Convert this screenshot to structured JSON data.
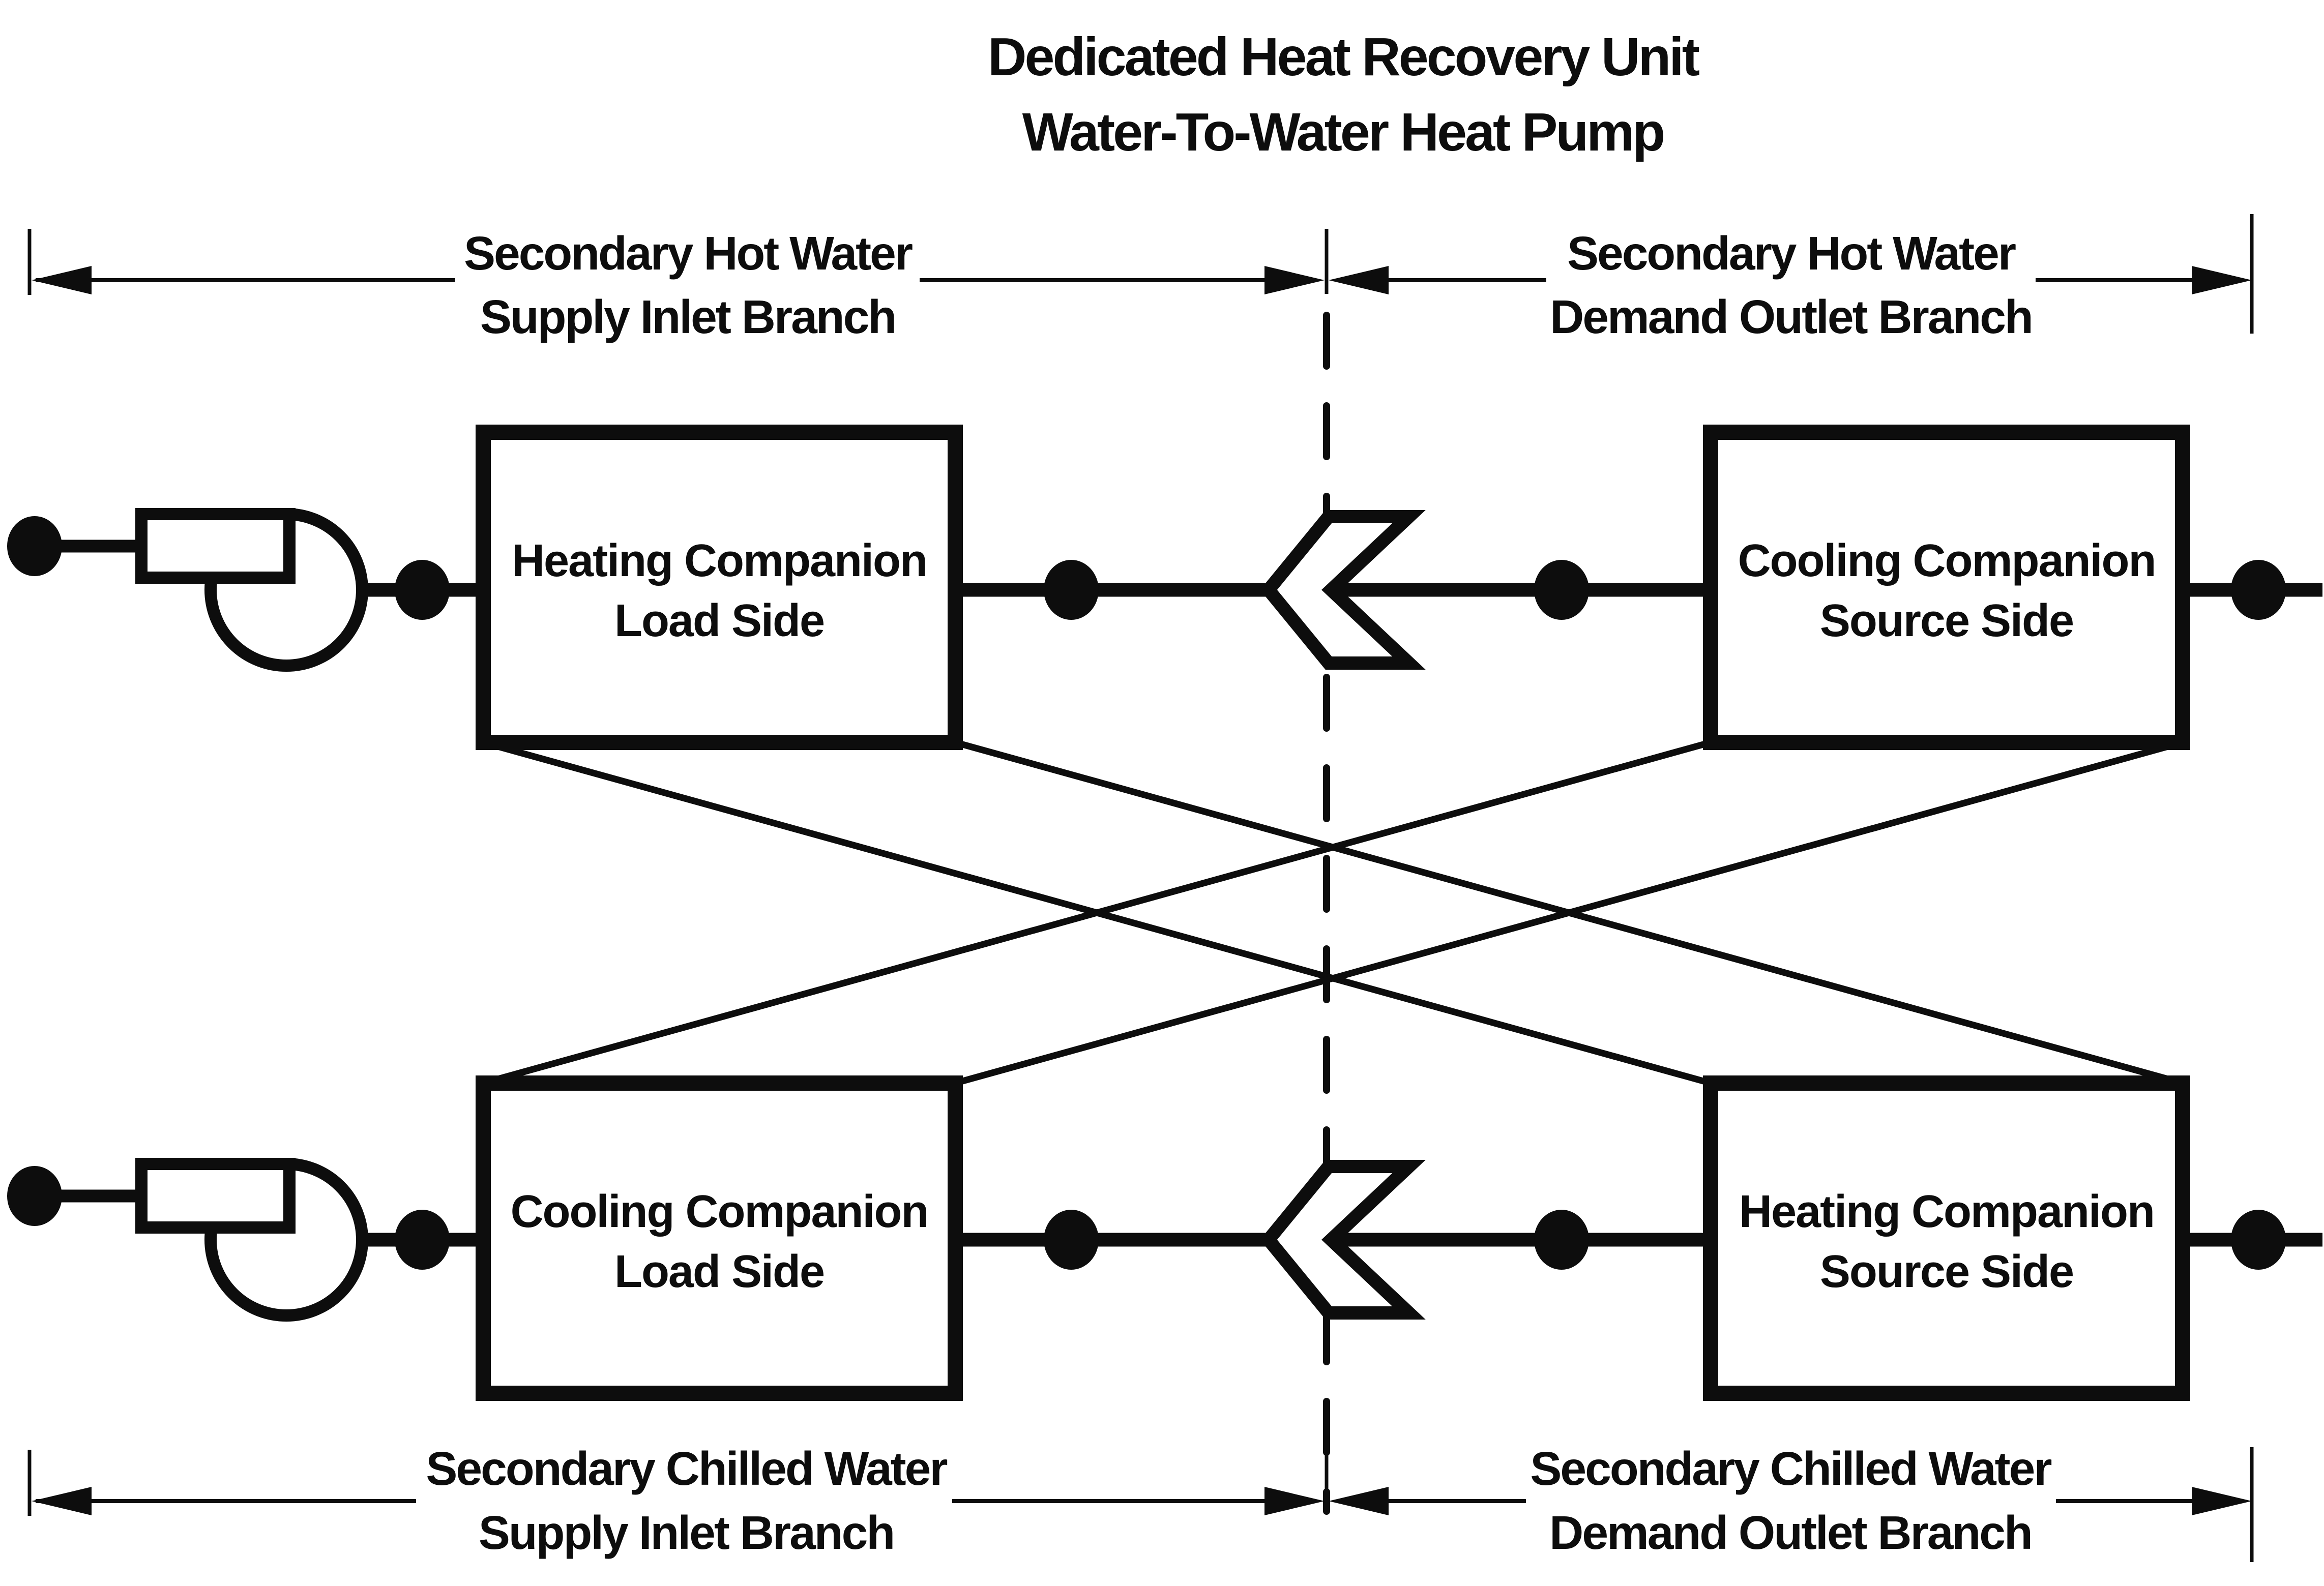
{
  "title": {
    "line1": "Dedicated Heat Recovery Unit",
    "line2": "Water-To-Water Heat Pump"
  },
  "branch_labels": {
    "top_left": {
      "line1": "Secondary Hot Water",
      "line2": "Supply Inlet Branch"
    },
    "top_right": {
      "line1": "Secondary Hot Water",
      "line2": "Demand Outlet Branch"
    },
    "bottom_left": {
      "line1": "Secondary Chilled Water",
      "line2": "Supply Inlet Branch"
    },
    "bottom_right": {
      "line1": "Secondary Chilled Water",
      "line2": "Demand Outlet Branch"
    }
  },
  "unit_boxes": {
    "top_left": {
      "line1": "Heating Companion",
      "line2": "Load Side"
    },
    "top_right": {
      "line1": "Cooling Companion",
      "line2": "Source Side"
    },
    "bottom_left": {
      "line1": "Cooling Companion",
      "line2": "Load Side"
    },
    "bottom_right": {
      "line1": "Heating Companion",
      "line2": "Source Side"
    }
  },
  "colors": {
    "ink": "#0d0d0d",
    "background": "#ffffff"
  }
}
